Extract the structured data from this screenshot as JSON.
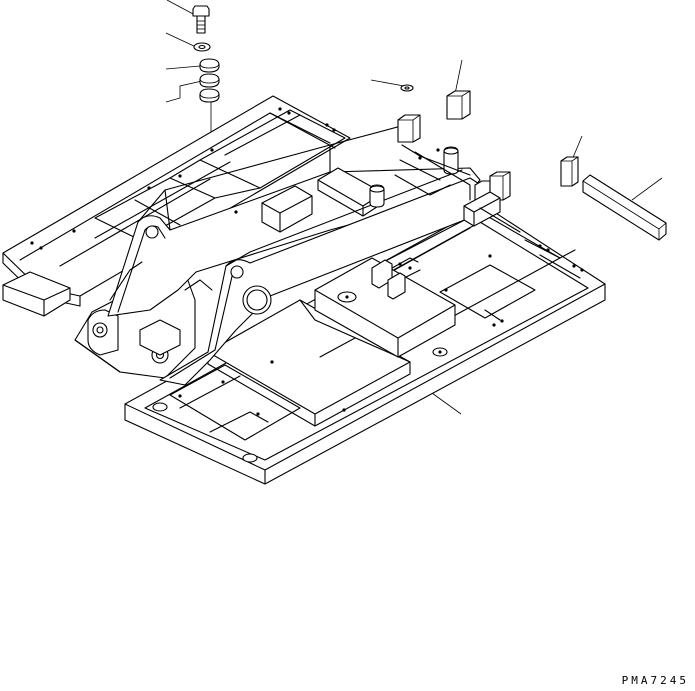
{
  "drawing": {
    "id": "PMA7245",
    "colors": {
      "line": "#000000",
      "background": "#ffffff"
    },
    "parts": [
      "bolt",
      "washer",
      "shim-upper",
      "shim-lower",
      "washer-right",
      "block-upper",
      "block-right",
      "plate-right",
      "revolving-frame"
    ]
  }
}
